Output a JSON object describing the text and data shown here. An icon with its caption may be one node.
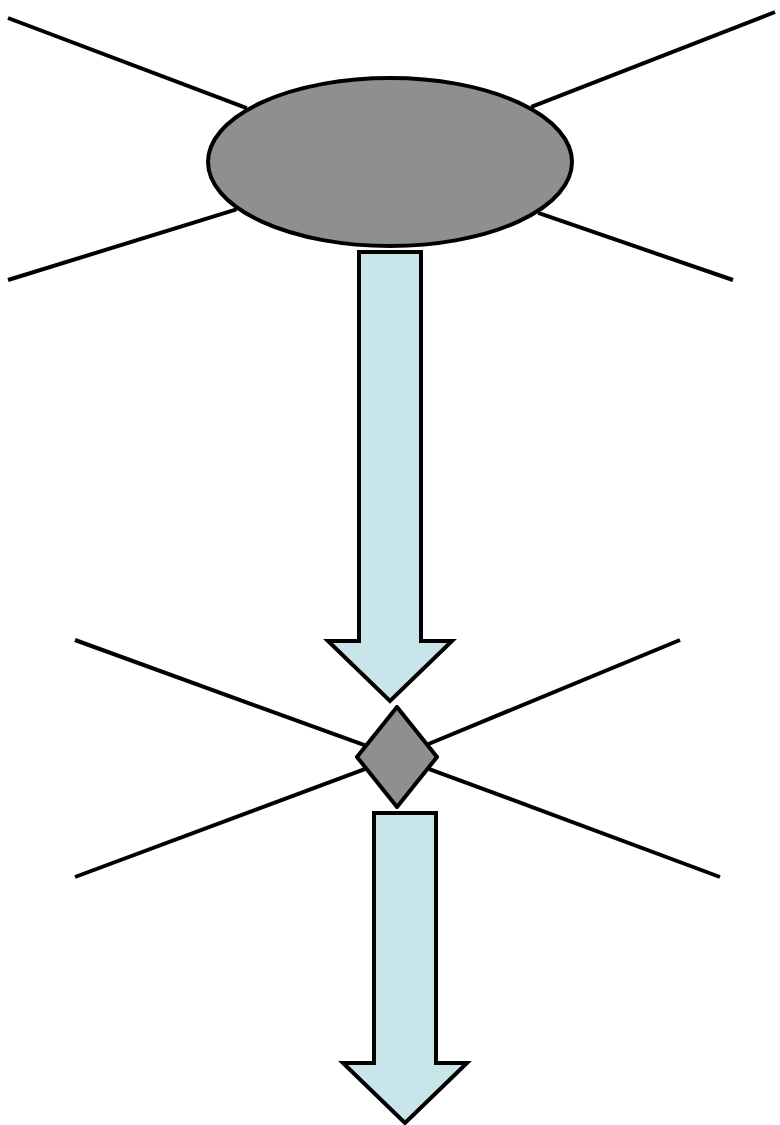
{
  "diagram": {
    "nodes": [
      {
        "text": [],
        "shape": "ellipse"
      },
      {
        "text": [],
        "shape": "diamond"
      }
    ],
    "edges": [
      {
        "from": null,
        "to": 0,
        "arrow": "none"
      },
      {
        "from": null,
        "to": 0,
        "arrow": "none"
      },
      {
        "from": null,
        "to": 0,
        "arrow": "none"
      },
      {
        "from": null,
        "to": 0,
        "arrow": "none"
      },
      {
        "from": 0,
        "to": 1,
        "arrow": "to",
        "style": "thick",
        "color": "#c8e6ea"
      },
      {
        "from": null,
        "to": 1,
        "arrow": "none"
      },
      {
        "from": null,
        "to": 1,
        "arrow": "none"
      },
      {
        "from": null,
        "to": 1,
        "arrow": "none"
      },
      {
        "from": null,
        "to": 1,
        "arrow": "none"
      },
      {
        "from": 1,
        "to": null,
        "arrow": "to",
        "style": "thick",
        "color": "#c8e6ea"
      }
    ]
  }
}
